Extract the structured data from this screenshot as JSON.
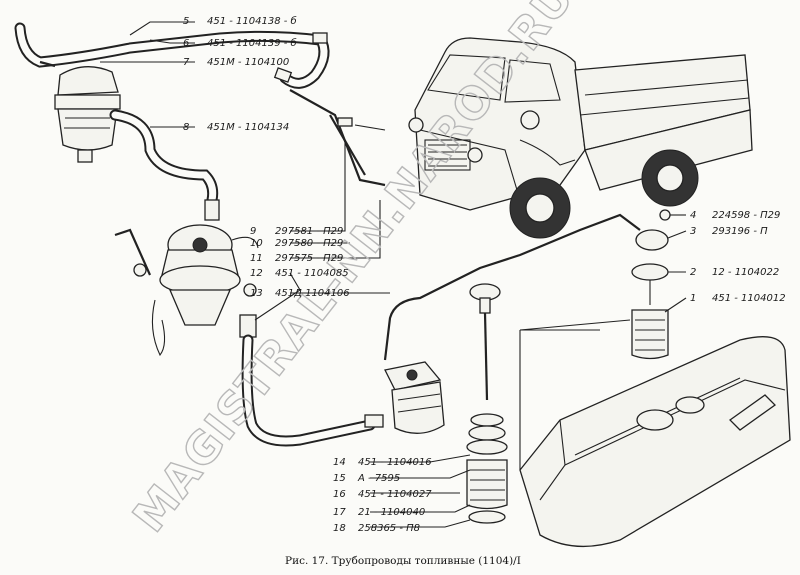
{
  "watermark": "MAGISTRAL-NN.NAROD.RU ONLINE",
  "caption": "Рис. 17. Трубопроводы топливные (1104)/I",
  "parts": [
    {
      "num": "1",
      "ref": "451 - 1104012"
    },
    {
      "num": "2",
      "ref": "12 - 1104022"
    },
    {
      "num": "3",
      "ref": "293196 - П"
    },
    {
      "num": "4",
      "ref": "224598 - П29"
    },
    {
      "num": "5",
      "ref": "451 - 1104138 - б"
    },
    {
      "num": "6",
      "ref": "451 - 1104139 - б"
    },
    {
      "num": "7",
      "ref": "451М - 1104100"
    },
    {
      "num": "8",
      "ref": "451М - 1104134"
    },
    {
      "num": "9",
      "ref": "297581 - П29"
    },
    {
      "num": "10",
      "ref": "297580 - П29"
    },
    {
      "num": "11",
      "ref": "297575 - П29"
    },
    {
      "num": "12",
      "ref": "451 - 1104085"
    },
    {
      "num": "13",
      "ref": "451Д 1104106"
    },
    {
      "num": "14",
      "ref": "451 - 1104016"
    },
    {
      "num": "15",
      "ref": "А - 7595"
    },
    {
      "num": "16",
      "ref": "451 - 1104027"
    },
    {
      "num": "17",
      "ref": "21 - 1104040"
    },
    {
      "num": "18",
      "ref": "258365 - П8"
    }
  ]
}
